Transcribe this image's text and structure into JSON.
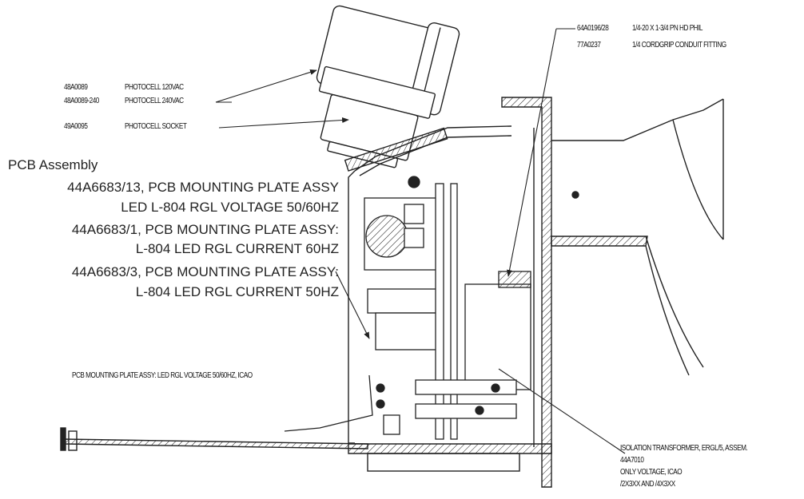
{
  "callouts": {
    "photocell_120": {
      "part": "48A0089",
      "desc": "PHOTOCELL 120VAC"
    },
    "photocell_240": {
      "part": "48A0089-240",
      "desc": "PHOTOCELL 240VAC"
    },
    "photocell_socket": {
      "part": "49A0095",
      "desc": "PHOTOCELL SOCKET"
    },
    "screw": {
      "part": "64A0196/28",
      "desc": "1/4-20 X 1-3/4 PN HD PHIL"
    },
    "cordgrip": {
      "part": "77A0237",
      "desc": "1/4 CORDGRIP CONDUIT FITTING"
    },
    "pcb_plate_icao": "PCB MOUNTING PLATE ASSY: LED RGL VOLTAGE 50/60HZ, ICAO",
    "transformer": {
      "line1": "ISOLATION TRANSFORMER, ERGL/5, ASSEM.",
      "line2": "44A7010",
      "line3": "ONLY VOLTAGE, ICAO",
      "line4": "/2X3XX AND /4X3XX"
    }
  },
  "pcb_assembly": {
    "heading": "PCB Assembly",
    "lines": [
      "44A6683/13, PCB MOUNTING PLATE ASSY",
      "LED L-804 RGL VOLTAGE 50/60HZ",
      "44A6683/1, PCB MOUNTING PLATE ASSY:",
      "L-804  LED RGL CURRENT 60HZ",
      "44A6683/3, PCB MOUNTING PLATE ASSY:",
      "L-804 LED RGL CURRENT 50HZ"
    ]
  }
}
